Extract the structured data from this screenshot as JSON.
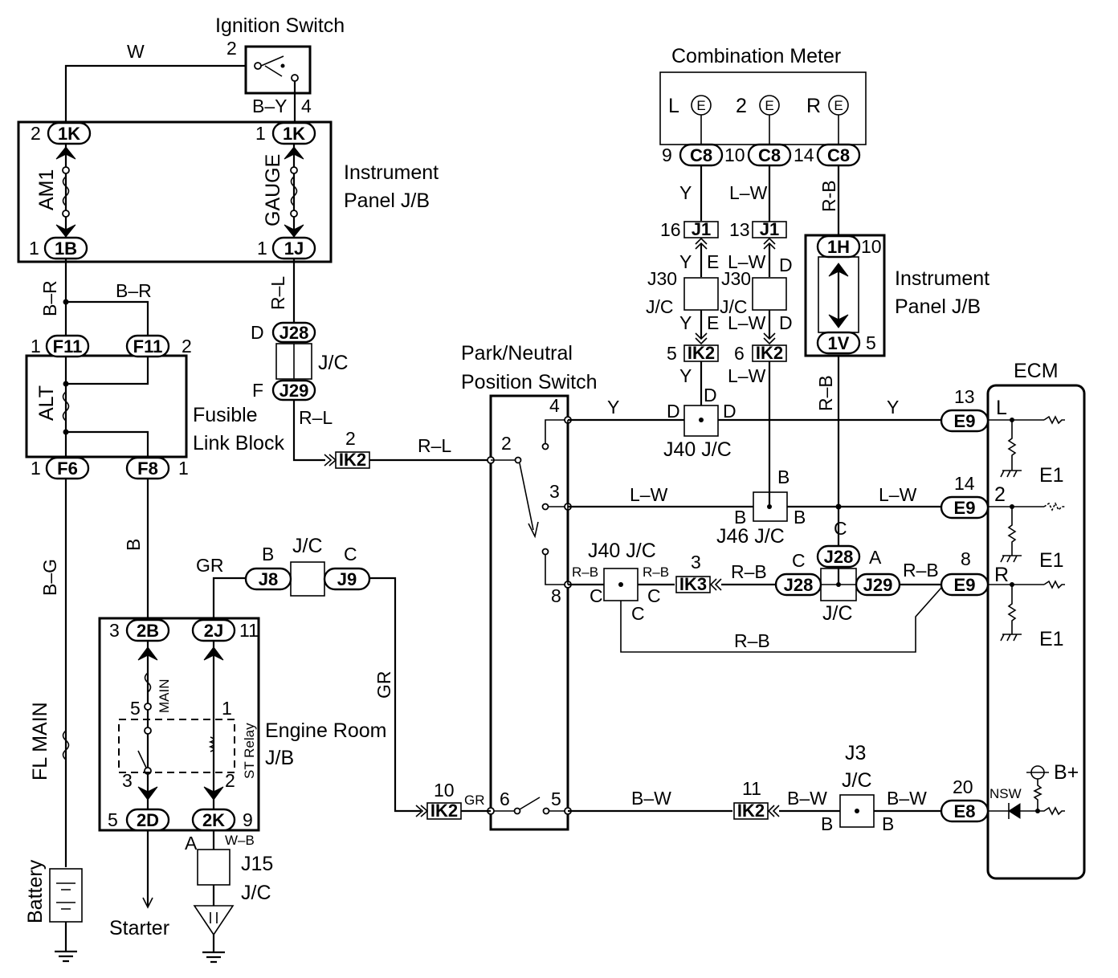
{
  "components": {
    "ignition_switch": "Ignition Switch",
    "ip_jb_top_1": "Instrument",
    "ip_jb_top_2": "Panel J/B",
    "combination_meter": "Combination Meter",
    "ip_jb_right_1": "Instrument",
    "ip_jb_right_2": "Panel J/B",
    "park_neutral_1": "Park/Neutral",
    "park_neutral_2": "Position Switch",
    "ecm": "ECM",
    "fusible_link_1": "Fusible",
    "fusible_link_2": "Link Block",
    "engine_room_1": "Engine Room",
    "engine_room_2": "J/B",
    "battery": "Battery",
    "starter": "Starter"
  },
  "fuses": {
    "am1": "AM1",
    "gauge": "GAUGE",
    "alt": "ALT",
    "main": "MAIN",
    "fl_main": "FL MAIN",
    "st_relay": "ST Relay",
    "nsw": "NSW",
    "bplus": "B+"
  },
  "connectors": {
    "1K": "1K",
    "1B": "1B",
    "1J": "1J",
    "F11": "F11",
    "F6": "F6",
    "F8": "F8",
    "J28": "J28",
    "J29": "J29",
    "IK2": "IK2",
    "IK3": "IK3",
    "C8": "C8",
    "J1": "J1",
    "1H": "1H",
    "1V": "1V",
    "E9": "E9",
    "E8": "E8",
    "J8": "J8",
    "J9": "J9",
    "2B": "2B",
    "2J": "2J",
    "2D": "2D",
    "2K": "2K"
  },
  "jc_labels": {
    "jc": "J/C",
    "j40_jc": "J40 J/C",
    "j46_jc": "J46 J/C",
    "j30": "J30",
    "j3": "J3",
    "j15": "J15"
  },
  "wire_colors": {
    "W": "W",
    "B_Y": "B–Y",
    "B_R": "B–R",
    "R_L": "R–L",
    "B_G": "B–G",
    "B": "B",
    "GR": "GR",
    "Y": "Y",
    "L_W": "L–W",
    "R_B": "R–B",
    "B_W": "B–W",
    "W_B": "W–B",
    "R_B_small": "R–B",
    "R_B_alt": "R-B"
  },
  "lamps": {
    "L": "L",
    "2": "2",
    "R": "R",
    "glyph": "E"
  },
  "ecm_terms": {
    "L": "L",
    "2": "2",
    "R": "R",
    "E1": "E1"
  },
  "letters": {
    "A": "A",
    "B": "B",
    "C": "C",
    "D": "D",
    "E": "E",
    "F": "F"
  },
  "pins": {
    "p1": "1",
    "p2": "2",
    "p3": "3",
    "p4": "4",
    "p5": "5",
    "p6": "6",
    "p8": "8",
    "p9": "9",
    "p10": "10",
    "p11": "11",
    "p13": "13",
    "p14": "14",
    "p16": "16",
    "p20": "20"
  }
}
